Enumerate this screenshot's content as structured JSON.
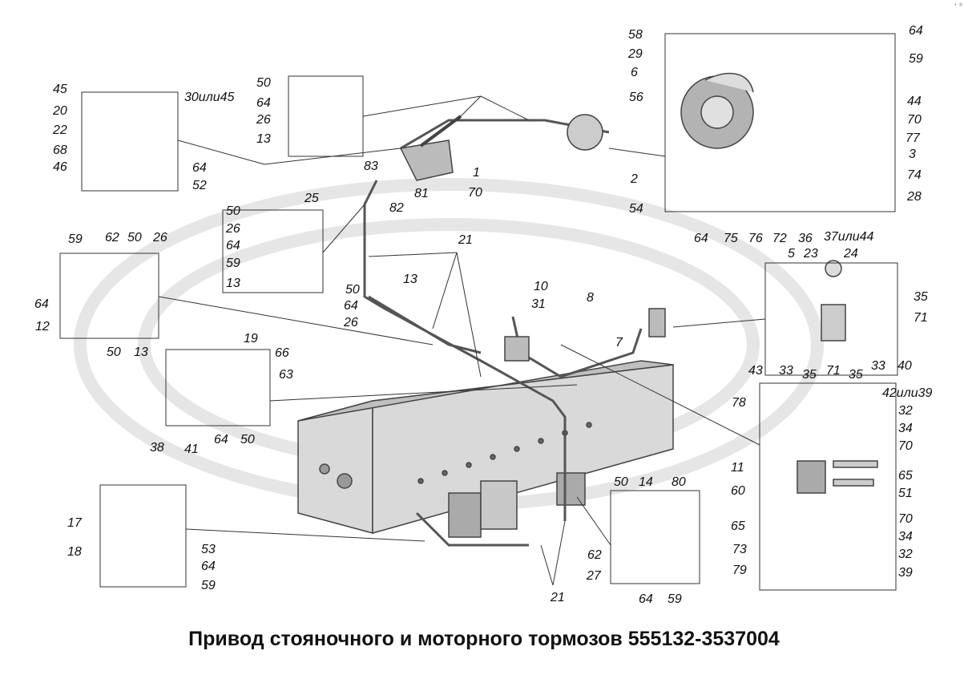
{
  "title": "Привод стояночного и моторного тормозов 555132-3537004",
  "corner_mark": "• ®",
  "colors": {
    "line": "#222222",
    "part": "#555555",
    "frame": "#444444",
    "watermark": "#e6e6e6"
  },
  "callouts": {
    "b1": [
      "45",
      "20",
      "22",
      "68",
      "46",
      "30или45",
      "64",
      "52"
    ],
    "b2": [
      "50",
      "64",
      "26",
      "13"
    ],
    "b3": [
      "58",
      "29",
      "6",
      "56",
      "64",
      "59",
      "44",
      "70",
      "77",
      "3",
      "74",
      "28",
      "2",
      "54",
      "64",
      "75",
      "76",
      "72",
      "36",
      "37или44"
    ],
    "main": [
      "83",
      "1",
      "70",
      "81",
      "82",
      "21",
      "13",
      "50",
      "64",
      "26",
      "10",
      "31",
      "8",
      "7",
      "21"
    ],
    "b4": [
      "50",
      "25",
      "26",
      "64",
      "59",
      "13"
    ],
    "b5": [
      "59",
      "62",
      "50",
      "26",
      "64",
      "12",
      "50",
      "13"
    ],
    "b6": [
      "19",
      "66",
      "63",
      "38",
      "41",
      "64",
      "50"
    ],
    "b7": [
      "5",
      "23",
      "24",
      "35",
      "71",
      "43",
      "33",
      "35",
      "71",
      "35",
      "33",
      "40"
    ],
    "b8": [
      "78",
      "42или39",
      "32",
      "34",
      "70",
      "65",
      "51",
      "11",
      "60",
      "65",
      "70",
      "34",
      "32",
      "73",
      "79",
      "39"
    ],
    "b9": [
      "17",
      "18",
      "53",
      "64",
      "59"
    ],
    "b10": [
      "50",
      "14",
      "80",
      "62",
      "27",
      "64",
      "59"
    ]
  }
}
